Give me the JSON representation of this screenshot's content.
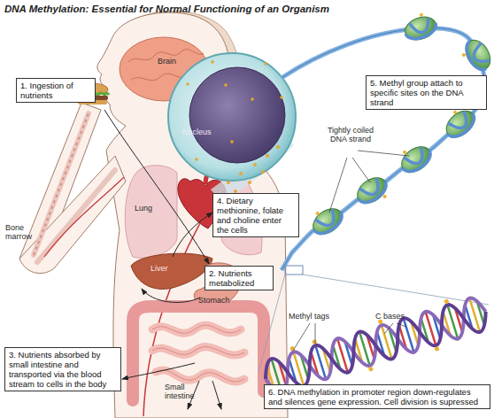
{
  "diagram": {
    "title": "DNA Methylation: Essential for Normal Functioning of an Organism",
    "nodes": [
      {
        "text": [
          "1. Ingestion of nutrients"
        ]
      },
      {
        "text": [
          "2. Nutrients metabolized"
        ]
      },
      {
        "text": [
          "3. Nutrients absorbed by small intestine and transported via the blood stream to cells in the body"
        ]
      },
      {
        "text": [
          "4. Dietary methionine, folate and choline enter the cells"
        ]
      },
      {
        "text": [
          "5. Methyl group attach to specific sites on the DNA strand"
        ]
      },
      {
        "text": [
          "6. DNA methylation in promoter region down-regulates and silences gene expression. Cell division is supressed"
        ]
      }
    ],
    "labels": [
      "Brain",
      "Nucleus",
      "Tightly coiled DNA strand",
      "Lung",
      "Bone marrow",
      "Liver",
      "Stomach",
      "Methyl tags",
      "C bases",
      "Small intestine"
    ]
  }
}
